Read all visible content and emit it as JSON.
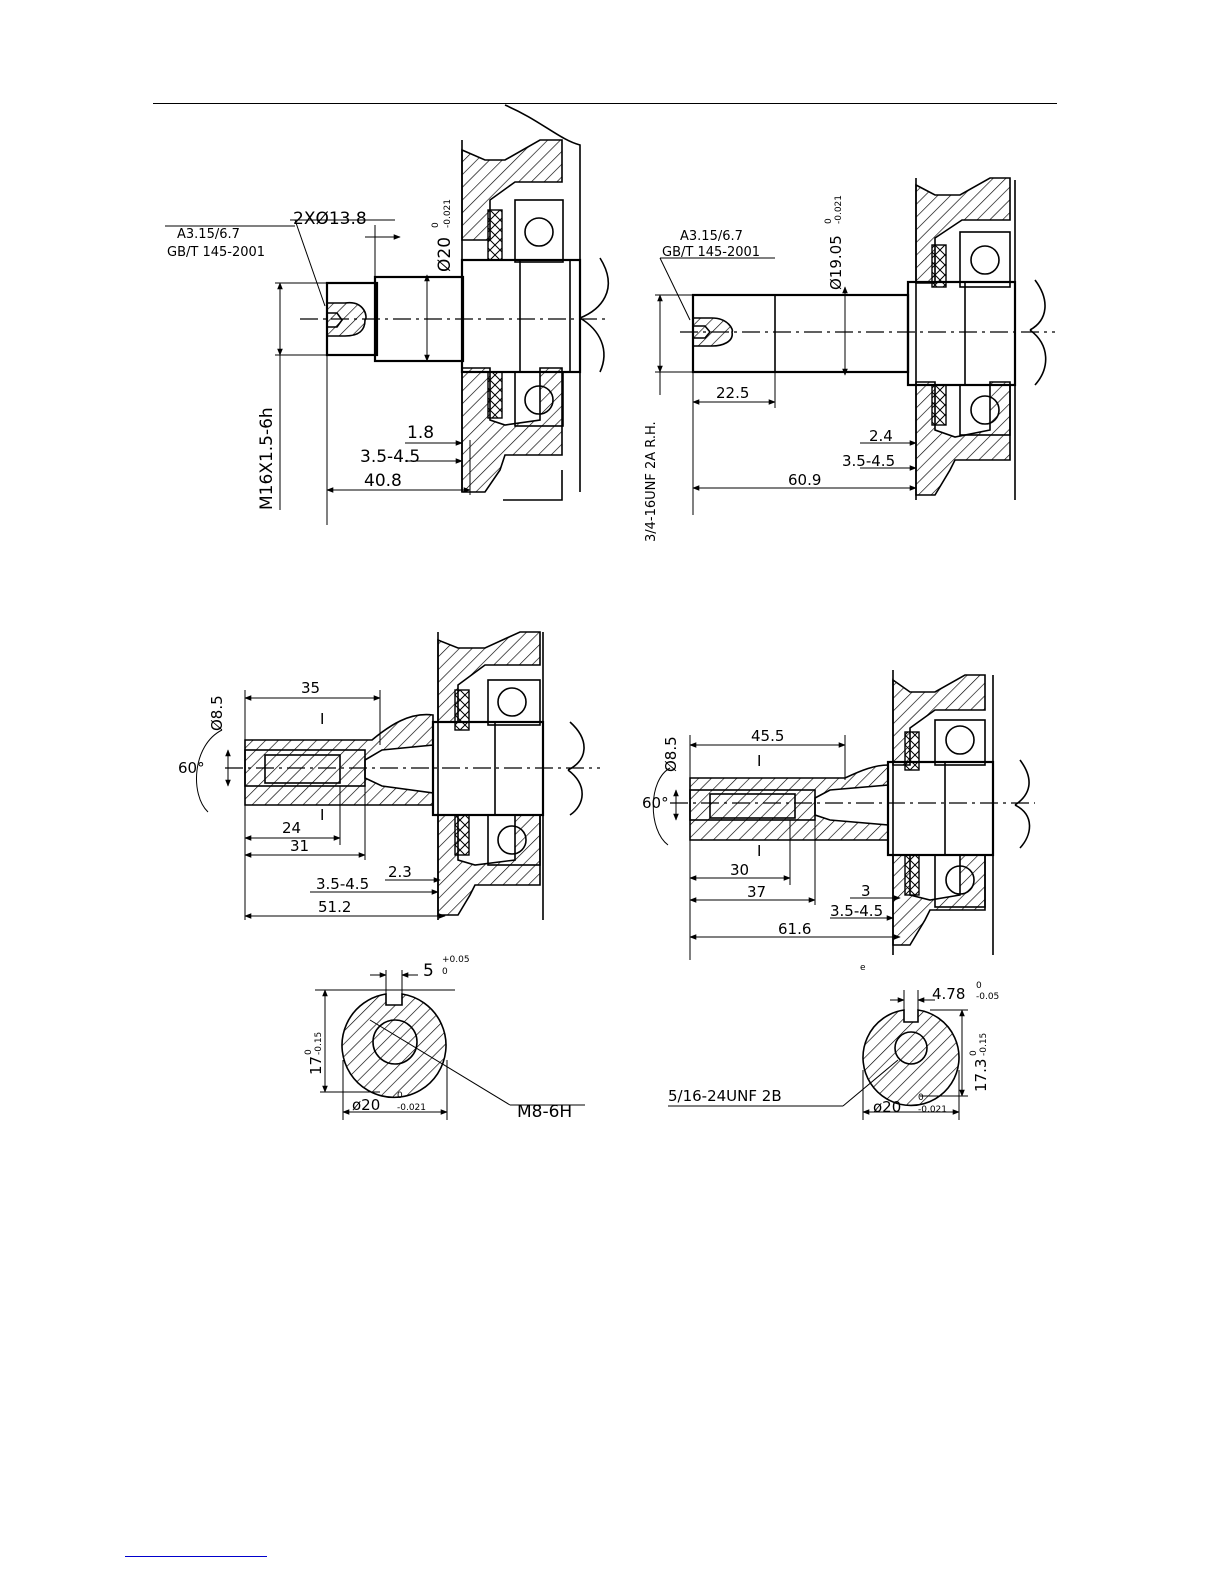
{
  "header_rule": true,
  "footer_link_rule": true,
  "drawings": {
    "top_left": {
      "center_hole": "A3.15/6.7",
      "center_hole_std": "GB/T 145-2001",
      "chamfer": "2XØ13.8",
      "shaft_dia": "Ø20",
      "shaft_dia_tol_upper": "0",
      "shaft_dia_tol_lower": "-0.021",
      "thread": "M16X1.5-6h",
      "dim_a": "1.8",
      "dim_b": "3.5-4.5",
      "dim_c": "40.8"
    },
    "top_right": {
      "center_hole": "A3.15/6.7",
      "center_hole_std": "GB/T 145-2001",
      "shaft_dia": "Ø19.05",
      "shaft_dia_tol_upper": "0",
      "shaft_dia_tol_lower": "-0.021",
      "thread": "3/4-16UNF  2A  R.H.",
      "dim_len": "22.5",
      "dim_a": "2.4",
      "dim_b": "3.5-4.5",
      "dim_c": "60.9"
    },
    "bottom_left": {
      "bore_dia": "Ø8.5",
      "angle": "60°",
      "dim_len": "35",
      "dim_d1": "24",
      "dim_d2": "31",
      "dim_a": "2.3",
      "dim_b": "3.5-4.5",
      "dim_c": "51.2",
      "section_label": "I",
      "key_width": "5",
      "key_tol_upper": "+0.05",
      "key_tol_lower": "0",
      "key_depth": "17",
      "key_depth_tol_upper": "0",
      "key_depth_tol_lower": "-0.15",
      "section_dia": "ø20",
      "section_dia_tol_upper": "0",
      "section_dia_tol_lower": "-0.021",
      "tap": "M8-6H"
    },
    "bottom_right": {
      "bore_dia": "Ø8.5",
      "angle": "60°",
      "dim_len": "45.5",
      "dim_d1": "30",
      "dim_d2": "37",
      "dim_a": "3",
      "dim_b": "3.5-4.5",
      "dim_c": "61.6",
      "section_label": "I",
      "key_width": "4.78",
      "key_tol_upper": "0",
      "key_tol_lower": "-0.05",
      "key_depth": "17.3",
      "key_depth_tol_upper": "0",
      "key_depth_tol_lower": "-0.15",
      "section_dia": "ø20",
      "section_dia_tol_upper": "0",
      "section_dia_tol_lower": "-0.021",
      "tap": "5/16-24UNF  2B",
      "stray_mark": "e"
    }
  }
}
